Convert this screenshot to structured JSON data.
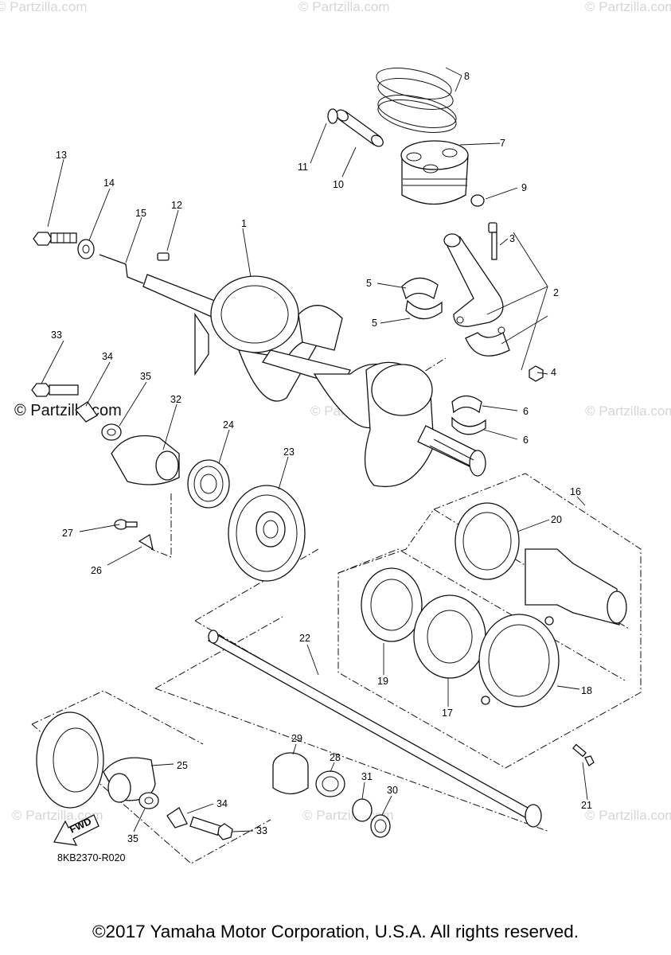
{
  "diagram": {
    "drawing_code": "8KB2370-R020",
    "fwd_label": "FWD",
    "copyright": "©2017 Yamaha Motor Corporation, U.S.A. All rights reserved.",
    "watermark": "© Partzilla.com",
    "watermark_main": "© Partzilla.com",
    "callouts": [
      "1",
      "2",
      "3",
      "4",
      "5",
      "5",
      "6",
      "6",
      "7",
      "8",
      "9",
      "10",
      "11",
      "12",
      "13",
      "14",
      "15",
      "16",
      "17",
      "18",
      "19",
      "20",
      "21",
      "22",
      "23",
      "24",
      "25",
      "26",
      "27",
      "28",
      "29",
      "30",
      "31",
      "32",
      "33",
      "33",
      "34",
      "34",
      "35",
      "35"
    ]
  }
}
